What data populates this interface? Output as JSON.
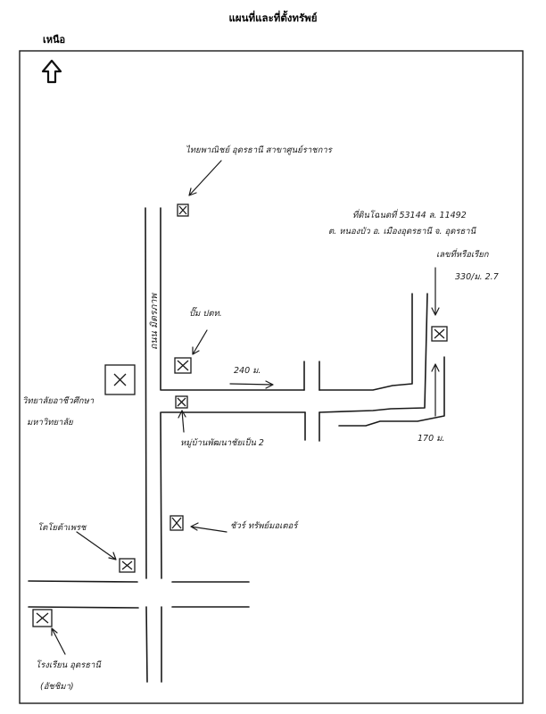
{
  "title": "แผนที่และที่ตั้งทรัพย์",
  "north_label": "เหนือ",
  "road_label": "ถนน มิตรภาพ",
  "distances": {
    "d240": "240 ม.",
    "d170": "170 ม."
  },
  "landmarks": {
    "top_label": "ไทยพาณิชย์ อุดรธานี สาขาศูนย์ราชการ",
    "property_line1": "ที่ดินโฉนดที่ 53144 ล. 11492",
    "property_line2": "ต. หนองบัว อ. เมืองอุดรธานี จ. อุดรธานี",
    "property_line3": "เลขที่หรือเรียก",
    "property_line4": "330/ม. 2.7",
    "ptt": "ปั๊ม ปตท.",
    "school_line1": "วิทยาลัยอาชีวศึกษา",
    "school_line2": "มหาวิทยาลัย",
    "village": "หมู่บ้านพัฒนาชัยเป็น 2",
    "toyota": "โตโยต้าเพรช",
    "car": "ชัวร์ ทรัพย์มอเตอร์",
    "hospital_line1": "โรงเรียน อุดรธานี",
    "hospital_line2": "(อัชชิมา)"
  }
}
